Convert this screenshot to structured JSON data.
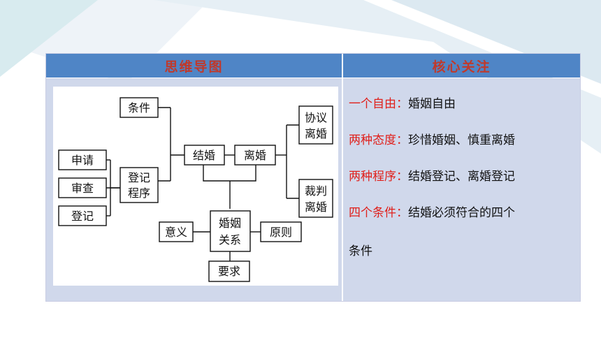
{
  "header": {
    "left_title": "思维导图",
    "right_title": "核心关注"
  },
  "diagram": {
    "nodes": {
      "tiaojian": "条件",
      "shenqing": "申请",
      "shencha": "审查",
      "dengji": "登记",
      "dengji_chengxu": [
        "登记",
        "程序"
      ],
      "jiehun": "结婚",
      "lihun": "离婚",
      "xieyi_lihun": [
        "协议",
        "离婚"
      ],
      "caipan_lihun": [
        "裁判",
        "离婚"
      ],
      "hunyin_guanxi": [
        "婚姻",
        "关系"
      ],
      "yiyi": "意义",
      "yuanze": "原则",
      "yaoqiu": "要求"
    }
  },
  "points": [
    {
      "key": "一个自由：",
      "value": "婚姻自由"
    },
    {
      "key": "两种态度：",
      "value": "珍惜婚姻、慎重离婚"
    },
    {
      "key": "两种程序：",
      "value": "结婚登记、离婚登记"
    },
    {
      "key": "四个条件：",
      "value": "结婚必须符合的四个"
    }
  ],
  "points_continuation": "条件"
}
